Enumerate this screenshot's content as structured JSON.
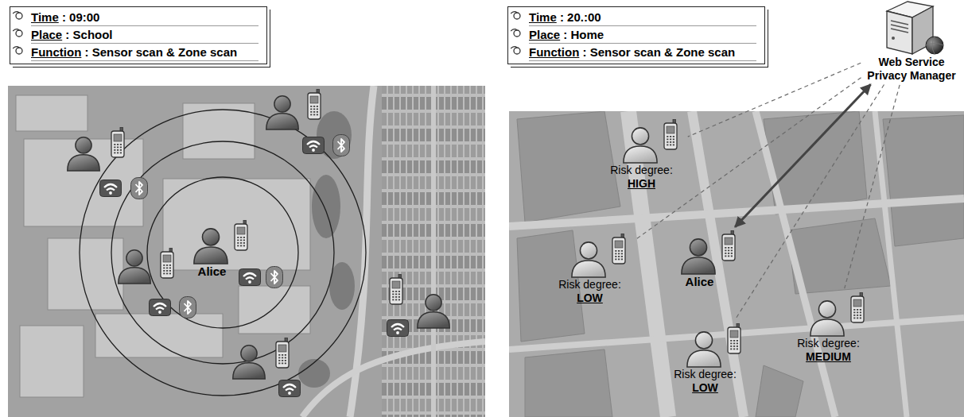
{
  "diagram": {
    "nodes": [
      {
        "text": [
          "Time : 09:00",
          "Place : School",
          "Function : Sensor scan & Zone scan"
        ]
      },
      {
        "text": [
          "Time : 20.:00",
          "Place : Home",
          "Function : Sensor scan & Zone scan"
        ]
      },
      {
        "text": [
          "Web Service Privacy Manager"
        ]
      },
      {
        "text": [
          "Alice"
        ]
      },
      {
        "text": [
          "Risk degree:",
          "HIGH"
        ]
      },
      {
        "text": [
          "Risk degree:",
          "LOW"
        ]
      },
      {
        "text": [
          "Alice"
        ]
      },
      {
        "text": [
          "Risk degree:",
          "LOW"
        ]
      },
      {
        "text": [
          "Risk degree:",
          "MEDIUM"
        ]
      }
    ],
    "edges": [
      {
        "from": 2,
        "to": 4,
        "arrow": "none"
      },
      {
        "from": 2,
        "to": 5,
        "arrow": "none"
      },
      {
        "from": 2,
        "to": 6,
        "arrow": "both"
      },
      {
        "from": 2,
        "to": 7,
        "arrow": "none"
      },
      {
        "from": 2,
        "to": 8,
        "arrow": "none"
      }
    ]
  }
}
